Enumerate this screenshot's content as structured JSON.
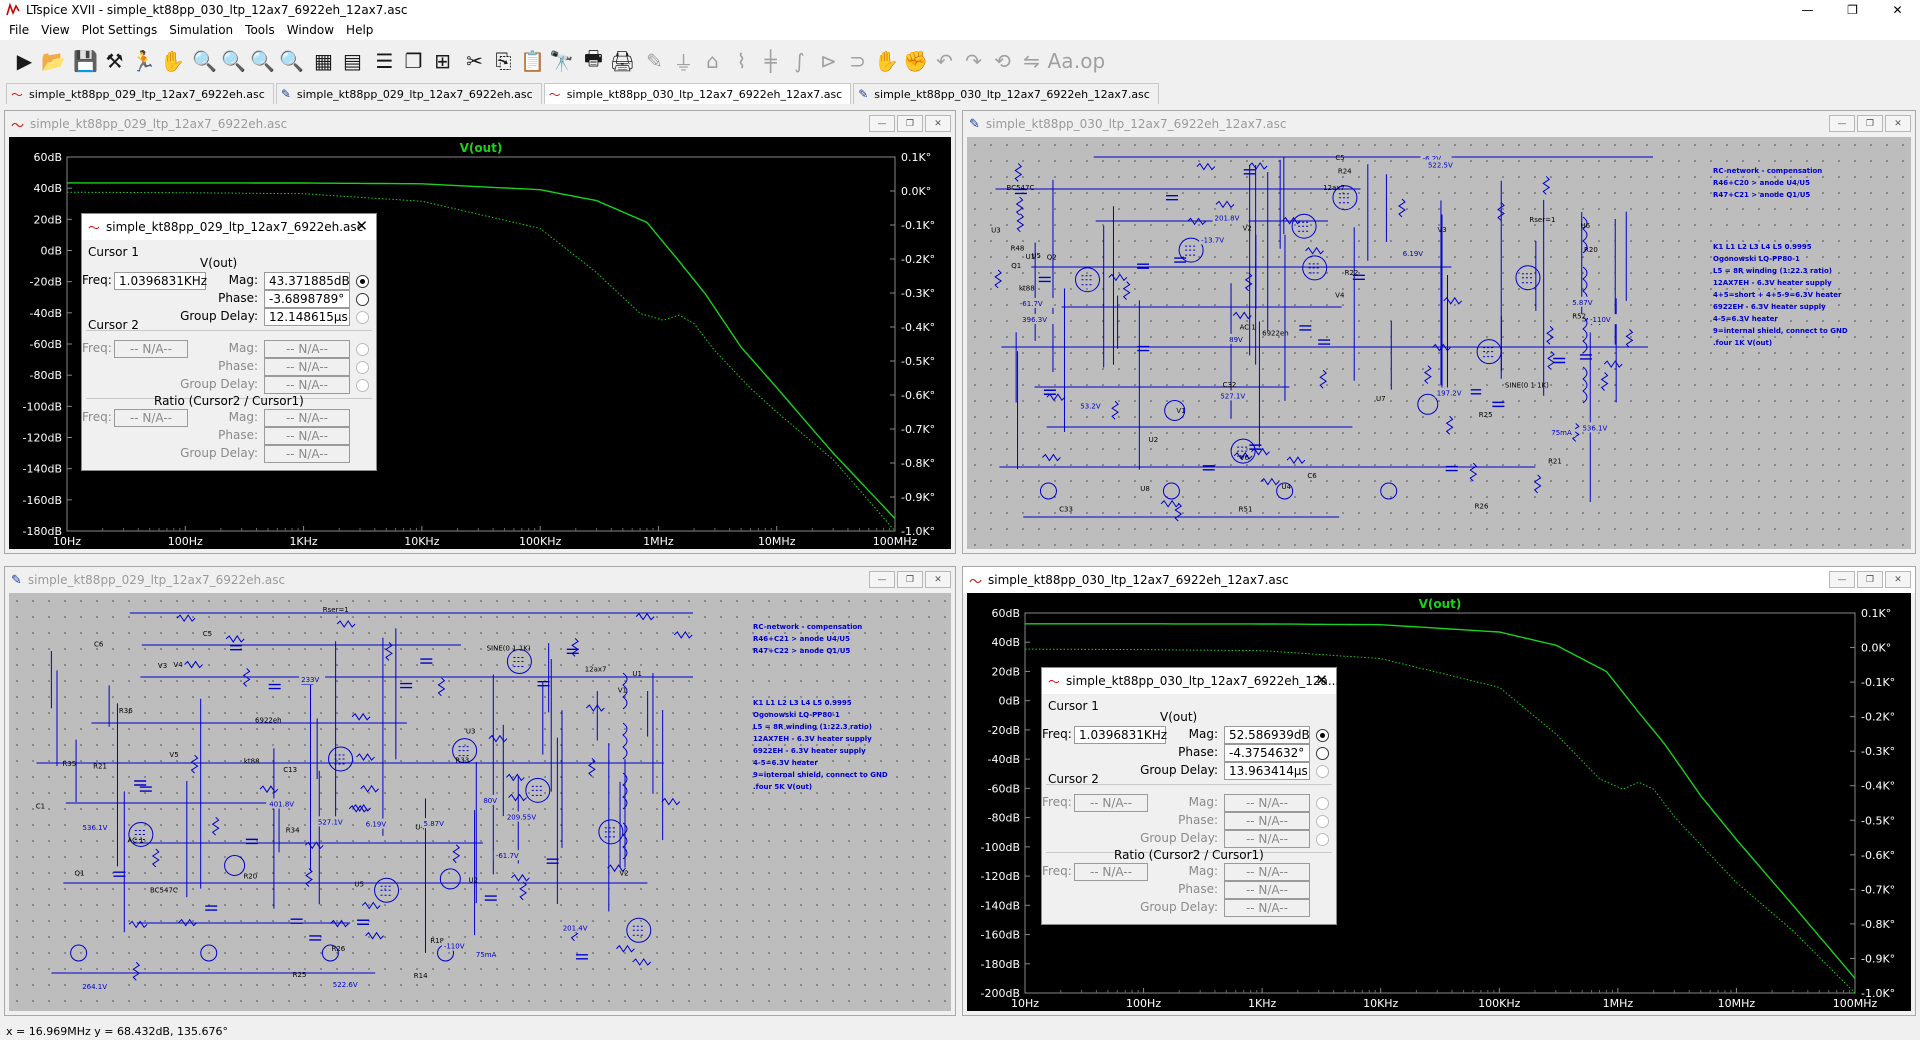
{
  "app": {
    "window_title": "LTspice XVII - simple_kt88pp_030_ltp_12ax7_6922eh_12ax7.asc",
    "win_controls": [
      "—",
      "❐",
      "✕"
    ]
  },
  "menu": [
    "File",
    "View",
    "Plot Settings",
    "Simulation",
    "Tools",
    "Window",
    "Help"
  ],
  "tabs": [
    {
      "label": "simple_kt88pp_029_ltp_12ax7_6922eh.asc",
      "icon": "waveform-icon"
    },
    {
      "label": "simple_kt88pp_029_ltp_12ax7_6922eh.asc",
      "icon": "schematic-icon"
    },
    {
      "label": "simple_kt88pp_030_ltp_12ax7_6922eh_12ax7.asc",
      "icon": "waveform-icon"
    },
    {
      "label": "simple_kt88pp_030_ltp_12ax7_6922eh_12ax7.asc",
      "icon": "schematic-icon"
    }
  ],
  "windows": {
    "top_left": {
      "title": "simple_kt88pp_029_ltp_12ax7_6922eh.asc"
    },
    "top_right": {
      "title": "simple_kt88pp_030_ltp_12ax7_6922eh_12ax7.asc"
    },
    "bottom_left": {
      "title": "simple_kt88pp_029_ltp_12ax7_6922eh.asc"
    },
    "bottom_right": {
      "title": "simple_kt88pp_030_ltp_12ax7_6922eh_12ax7.asc"
    }
  },
  "chart_data": [
    {
      "type": "line",
      "title": "V(out)",
      "x_scale": "log",
      "x_ticks": [
        "10Hz",
        "100Hz",
        "1KHz",
        "10KHz",
        "100KHz",
        "1MHz",
        "10MHz",
        "100MHz"
      ],
      "y_left_ticks": [
        "60dB",
        "40dB",
        "20dB",
        "0dB",
        "-20dB",
        "-40dB",
        "-60dB",
        "-80dB",
        "-100dB",
        "-120dB",
        "-140dB",
        "-160dB",
        "-180dB"
      ],
      "y_right_ticks": [
        "0.1K°",
        "0.0K°",
        "-0.1K°",
        "-0.2K°",
        "-0.3K°",
        "-0.4K°",
        "-0.5K°",
        "-0.6K°",
        "-0.7K°",
        "-0.8K°",
        "-0.9K°",
        "-1.0K°"
      ],
      "ylim_db": [
        -180,
        60
      ],
      "ylim_phase_deg": [
        -1000,
        100
      ],
      "series": [
        {
          "kind": "magnitude",
          "color": "#19d219",
          "x": [
            10,
            100,
            1000,
            10000,
            100000,
            300000,
            800000,
            1500000,
            2500000,
            5000000,
            10000000,
            30000000,
            100000000
          ],
          "y": [
            43.4,
            43.4,
            43.3,
            42.8,
            39.0,
            32.0,
            18.0,
            -7.0,
            -28.0,
            -62.0,
            -88.0,
            -130.0,
            -172.0
          ]
        },
        {
          "kind": "phase",
          "color": "#19d219",
          "x": [
            10,
            100,
            1000,
            10000,
            100000,
            300000,
            700000,
            1100000,
            1500000,
            2000000,
            3000000,
            6000000,
            10000000,
            30000000,
            100000000
          ],
          "y": [
            -3.7,
            -5,
            -8,
            -30,
            -110,
            -240,
            -360,
            -380,
            -365,
            -390,
            -470,
            -580,
            -650,
            -790,
            -1000
          ]
        }
      ]
    },
    {
      "type": "line",
      "title": "V(out)",
      "x_scale": "log",
      "x_ticks": [
        "10Hz",
        "100Hz",
        "1KHz",
        "10KHz",
        "100KHz",
        "1MHz",
        "10MHz",
        "100MHz"
      ],
      "y_left_ticks": [
        "60dB",
        "40dB",
        "20dB",
        "0dB",
        "-20dB",
        "-40dB",
        "-60dB",
        "-80dB",
        "-100dB",
        "-120dB",
        "-140dB",
        "-160dB",
        "-180dB",
        "-200dB"
      ],
      "y_right_ticks": [
        "0.1K°",
        "0.0K°",
        "-0.1K°",
        "-0.2K°",
        "-0.3K°",
        "-0.4K°",
        "-0.5K°",
        "-0.6K°",
        "-0.7K°",
        "-0.8K°",
        "-0.9K°",
        "-1.0K°"
      ],
      "ylim_db": [
        -200,
        60
      ],
      "ylim_phase_deg": [
        -1000,
        100
      ],
      "series": [
        {
          "kind": "magnitude",
          "color": "#19d219",
          "x": [
            10,
            100,
            1000,
            10000,
            100000,
            300000,
            800000,
            1500000,
            2500000,
            5000000,
            10000000,
            30000000,
            100000000
          ],
          "y": [
            52.6,
            52.6,
            52.5,
            52.0,
            47.0,
            38.0,
            20.0,
            -8.0,
            -30.0,
            -65.0,
            -95.0,
            -140.0,
            -190.0
          ]
        },
        {
          "kind": "phase",
          "color": "#19d219",
          "x": [
            10,
            100,
            1000,
            10000,
            100000,
            300000,
            700000,
            1100000,
            1500000,
            2000000,
            3000000,
            6000000,
            10000000,
            30000000,
            100000000
          ],
          "y": [
            -4.4,
            -6,
            -9,
            -32,
            -115,
            -250,
            -380,
            -410,
            -390,
            -410,
            -490,
            -600,
            -680,
            -820,
            -1000
          ]
        }
      ]
    }
  ],
  "cursor_dialogs": [
    {
      "title": "simple_kt88pp_029_ltp_12ax7_6922eh.asc",
      "cursor1": "Cursor 1",
      "trace": "V(out)",
      "freq_label": "Freq:",
      "freq": "1.0396831KHz",
      "mag_label": "Mag:",
      "mag": "43.371885dB",
      "phase_label": "Phase:",
      "phase": "-3.6898789°",
      "gd_label": "Group Delay:",
      "gd": "12.148615µs",
      "cursor2": "Cursor 2",
      "na": "-- N/A--",
      "ratio": "Ratio (Cursor2 / Cursor1)"
    },
    {
      "title": "simple_kt88pp_030_ltp_12ax7_6922eh_12a...",
      "cursor1": "Cursor 1",
      "trace": "V(out)",
      "freq_label": "Freq:",
      "freq": "1.0396831KHz",
      "mag_label": "Mag:",
      "mag": "52.586939dB",
      "phase_label": "Phase:",
      "phase": "-4.3754632°",
      "gd_label": "Group Delay:",
      "gd": "13.963414µs",
      "cursor2": "Cursor 2",
      "na": "-- N/A--",
      "ratio": "Ratio (Cursor2 / Cursor1)"
    }
  ],
  "schematics": {
    "top_right": {
      "notes": [
        "RC-network - compensation",
        "R46+C20 > anode U4/U5",
        "R47+C21 > anode Q1/U5",
        "K1 L1 L2 L3 L4 L5 0.9995",
        "Ogonowski LQ-PP80-1",
        "L5 = 8R winding (1:22.3 ratio)",
        "12AX7EH - 6.3V heater supply",
        "4+5=short + 4+5-9=6.3V heater",
        "6922EH - 6.3V heater supply",
        "4-5=6.3V heater",
        "9=internal shield, connect to GND",
        ".four 1K V(out)"
      ],
      "labels": [
        "R52",
        "R51",
        "R24",
        "R48",
        "C32",
        "R21",
        "C33",
        "R26",
        "R25",
        "C6",
        "R20",
        "C5",
        "R22",
        "U8",
        "12ax7",
        "U7",
        "U6",
        "U5",
        "U3",
        "6922eh",
        "U4",
        "Q1",
        "BC547C",
        "Q2",
        "U1",
        "kt88",
        "U2",
        "AC 1",
        "SINE(0 1 1K)",
        "V1",
        "V2",
        "V3",
        "V4",
        "V6",
        "396.3V",
        "201.8V",
        "197.2V",
        "53.2V",
        "-61.7V",
        "-6.2V",
        "-13.7V",
        "5.87V",
        "6.19V",
        "-110V",
        "89V",
        "536.1V",
        "527.1V",
        "522.5V",
        "75mA",
        "Rser=1"
      ]
    },
    "bottom_left": {
      "notes": [
        "RC-network - compensation",
        "R46+C21 > anode U4/U5",
        "R47+C22 > anode Q1/U5",
        "K1 L1 L2 L3 L4 L5 0.9995",
        "Ogonowski LQ-PP80-1",
        "L5 = 8R winding (1:22.3 ratio)",
        "12AX7EH - 6.3V heater supply",
        "6922EH - 6.3V heater supply",
        "4-5=6.3V heater",
        "9=internal shield, connect to GND",
        ".four 5K V(out)"
      ],
      "labels": [
        "R36",
        "R35",
        "R34",
        "R33",
        "C13",
        "R14",
        "C1",
        "R18",
        "R26",
        "R25",
        "C6",
        "R20",
        "C5",
        "R21",
        "U5",
        "12ax7",
        "U1",
        "6922eh",
        "U4",
        "Q1",
        "BC547C",
        "Q2",
        "U3",
        "kt88",
        "U2",
        "V5",
        "AC 1",
        "SINE(0 1 1K)",
        "V1",
        "V2",
        "V3",
        "V4",
        "264.1V",
        "233V",
        "401.8V",
        "201.4V",
        "209.55V",
        "-61.7V",
        "5.87V",
        "6.19V",
        "-110V",
        "80V",
        "536.1V",
        "527.1V",
        "522.6V",
        "75mA",
        "Rser=1"
      ]
    }
  },
  "status": {
    "cursor": "x = 16.969MHz   y = 68.432dB, 135.676°"
  },
  "colors": {
    "trace": "#19d219",
    "wire": "#0000cc",
    "component": "#0000cc",
    "schematic_bg": "#bdbdbd",
    "plot_bg": "#000000",
    "voltage_label_bg": "#0000cc"
  }
}
